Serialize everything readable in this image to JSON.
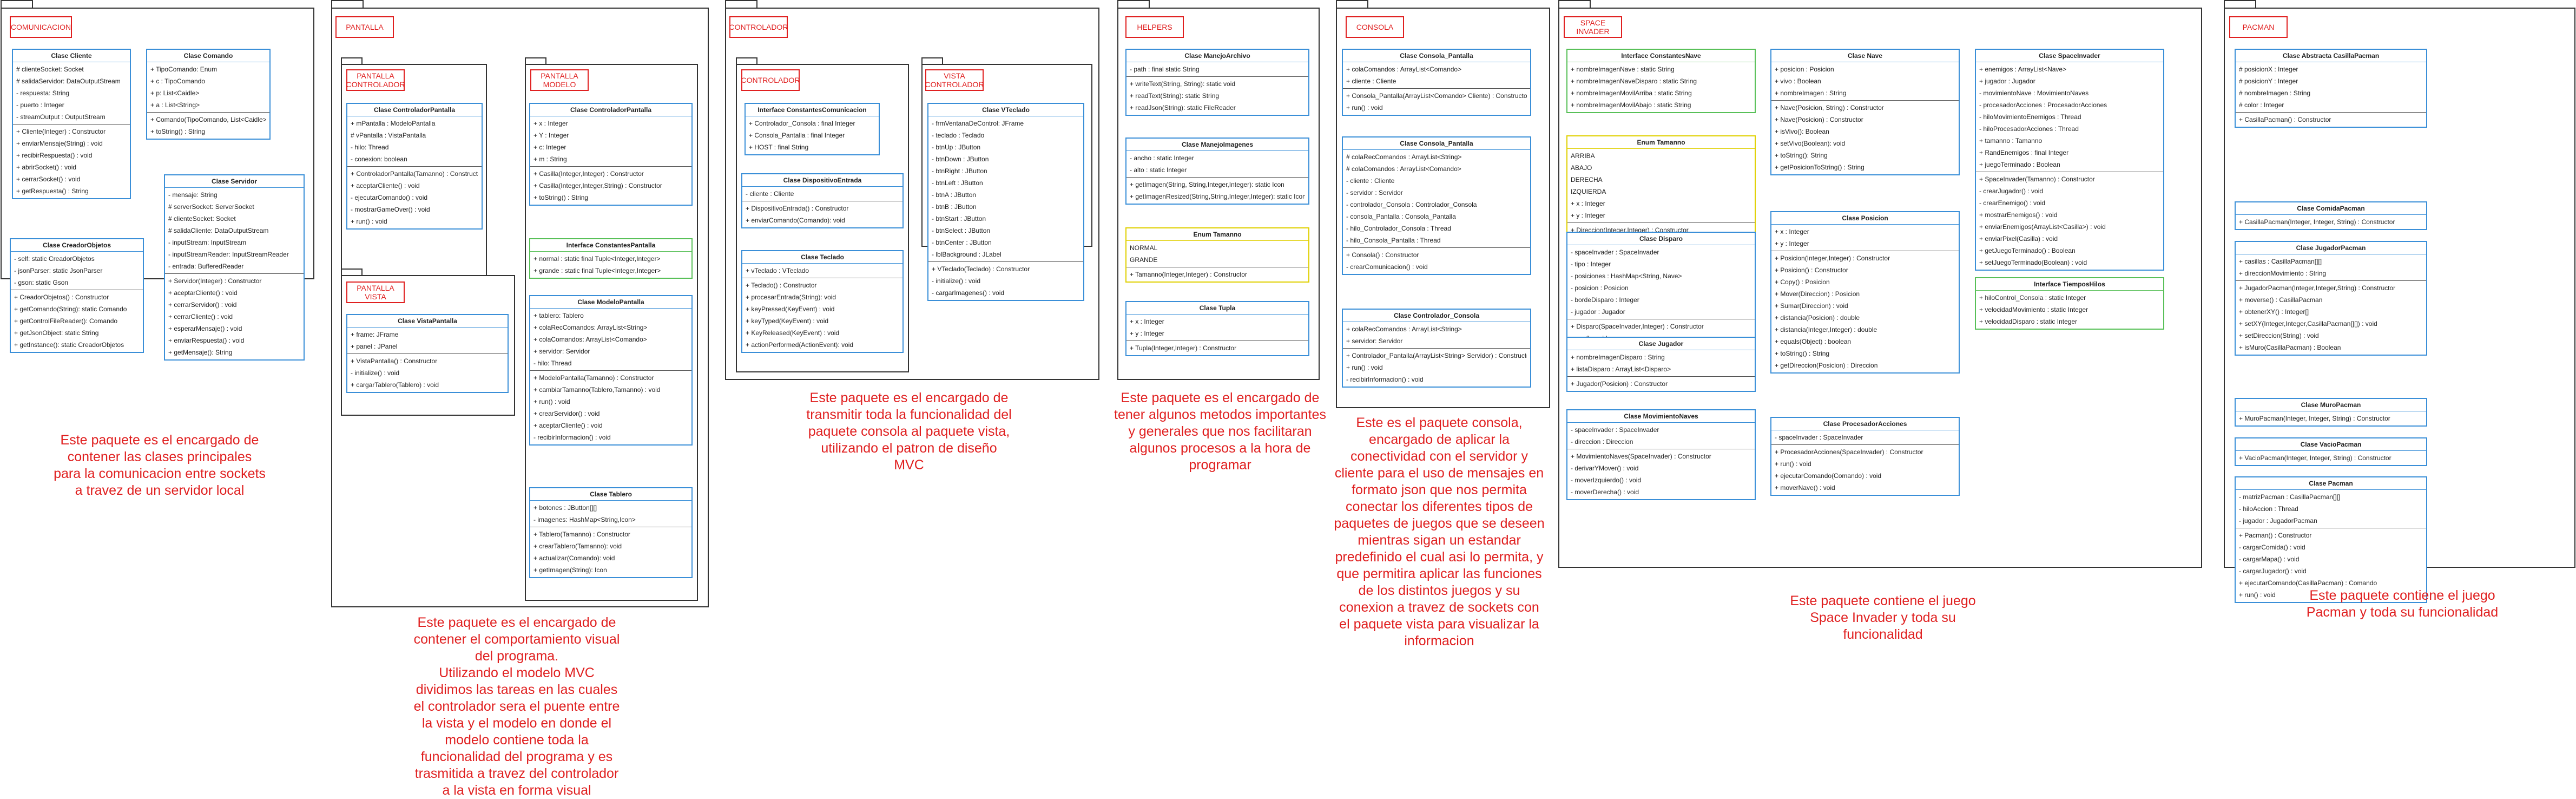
{
  "packages": [
    {
      "id": "comunicacion",
      "label": "COMUNICACION",
      "note": [
        "Este paquete es el encargado de",
        "contener las clases principales",
        "para la comunicacion entre sockets",
        "a travez de un servidor local"
      ]
    },
    {
      "id": "pantalla",
      "label": "PANTALLA",
      "note": [
        "Este paquete es el encargado de",
        "contener el comportamiento visual",
        "del programa.",
        "Utilizando el modelo MVC",
        "dividimos las tareas en las cuales",
        "el controlador sera el puente entre",
        "la vista y el modelo en donde el",
        "modelo contiene toda la",
        "funcionalidad del programa y es",
        "trasmitida a travez del controlador",
        "a la vista en forma visual"
      ]
    },
    {
      "id": "controlador",
      "label": "CONTROLADOR",
      "note": [
        "Este paquete es el encargado de",
        "transmitir toda la funcionalidad del",
        "paquete consola al paquete vista,",
        "utilizando el patron de diseño",
        "MVC"
      ]
    },
    {
      "id": "helpers",
      "label": "HELPERS",
      "note": [
        "Este paquete es el encargado de",
        "tener algunos metodos importantes",
        "y generales que nos facilitaran",
        "algunos procesos a la hora de",
        "programar"
      ]
    },
    {
      "id": "consola",
      "label": "CONSOLA",
      "note": [
        "Este es el paquete consola,",
        "encargado de aplicar la",
        "conectividad con el servidor y",
        "cliente para el uso de mensajes en",
        "formato json que nos permita",
        "conectar los diferentes tipos de",
        "paquetes de juegos que se deseen",
        "mientras sigan un estandar",
        "predefinido el cual asi lo permita, y",
        "que permitira aplicar las funciones",
        "de los distintos juegos y su",
        "conexion a travez de sockets con",
        "el paquete vista para visualizar la",
        "informacion"
      ]
    },
    {
      "id": "spaceinvader",
      "label": "SPACE INVADER",
      "note": [
        "Este paquete contiene el juego",
        "Space Invader y toda su",
        "funcionalidad"
      ]
    },
    {
      "id": "pacman",
      "label": "PACMAN",
      "note": [
        "Este paquete contiene el juego",
        "Pacman y toda su funcionalidad"
      ]
    }
  ],
  "subpackages": {
    "pantalla_controlador": "PANTALLA CONTROLADOR",
    "pantalla_modelo": "PANTALLA MODELO",
    "pantalla_vista": "PANTALLA VISTA",
    "controlador_controlador": "CONTROLADOR",
    "controlador_vista": "VISTA CONTROLADOR"
  },
  "classes": [
    {
      "id": "c1",
      "title": "Clase Cliente",
      "sections": [
        [
          "# clienteSocket: Socket",
          "# salidaServidor: DataOutputStream",
          "- respuesta: String",
          "- puerto : Integer",
          "- streamOutput : OutputStream"
        ],
        [
          "+ Cliente(Integer) : Constructor",
          "+ enviarMensaje(String) : void",
          "+ recibirRespuesta() : void",
          "+ abrirSocket() : void",
          "+ cerrarSocket() : void",
          "+ getRespuesta() : String"
        ]
      ]
    },
    {
      "id": "c2",
      "title": "Clase Comando",
      "sections": [
        [
          "+ TipoComando: Enum",
          "+ c : TipoComando",
          "+ p: List<Caidle>",
          "+ a : List<String>"
        ],
        [
          "+ Comando(TipoComando, List<Caidle>, List<String>) : Constructor",
          "+ toString() : String"
        ]
      ]
    },
    {
      "id": "c3",
      "title": "Clase CreadorObjetos",
      "sections": [
        [
          "- self: static CreadorObjetos",
          "- jsonParser: static JsonParser",
          "- gson: static Gson"
        ],
        [
          "+ CreadorObjetos() : Constructor",
          "+ getComando(String): static Comando",
          "+ getControlFileReader(): Comando",
          "+ getJsonObject: static String",
          "+ getInstance(): static CreadorObjetos"
        ]
      ]
    },
    {
      "id": "c4",
      "title": "Clase Servidor",
      "sections": [
        [
          "- mensaje: String",
          "# serverSocket: ServerSocket",
          "# clienteSocket: Socket",
          "# salidaCliente: DataOutputStream",
          "- inputStream: InputStream",
          "- inputStreamReader: InputStreamReader",
          "- entrada: BufferedReader"
        ],
        [
          "+ Servidor(Integer) : Constructor",
          "+ aceptarCliente() : void",
          "+ cerrarServidor() : void",
          "+ cerrarCliente() : void",
          "+ esperarMensaje() : void",
          "+ enviarRespuesta() : void",
          "+ getMensaje(): String"
        ]
      ]
    },
    {
      "id": "c5",
      "title": "Clase ControladorPantalla",
      "sections": [
        [
          "+ mPantalla : ModeloPantalla",
          "# vPantalla : VistaPantalla",
          "- hilo: Thread",
          "- conexion: boolean"
        ],
        [
          "+ ControladorPantalla(Tamanno) : Constructor",
          "+ aceptarCliente() : void",
          "- ejecutarComando() : void",
          "- mostrarGameOver() : void",
          "+ run() : void"
        ]
      ]
    },
    {
      "id": "c6",
      "title": "Clase VistaPantalla",
      "sections": [
        [
          "+ frame: JFrame",
          "+ panel : JPanel"
        ],
        [
          "+ VistaPantalla() : Constructor",
          "- initialize() : void",
          "+ cargarTablero(Tablero) : void"
        ]
      ]
    },
    {
      "id": "c7",
      "title": "Clase ControladorPantalla",
      "sections": [
        [
          "+ x : Integer",
          "+ Y : Integer",
          "+ c: Integer",
          "+ m : String"
        ],
        [
          "+ Casilla(Integer,Integer) : Constructor",
          "+ Casilla(Integer,Integer,String) : Constructor",
          "+ toString() : String"
        ]
      ]
    },
    {
      "id": "c8",
      "title": "Interface ConstantesPantalla",
      "green": true,
      "sections": [
        [
          "+ normal : static final Tuple<Integer,Integer>",
          "+ grande : static final Tuple<Integer,Integer>"
        ]
      ]
    },
    {
      "id": "c9",
      "title": "Clase ModeloPantalla",
      "sections": [
        [
          "+ tablero: Tablero",
          "+ colaRecComandos: ArrayList<String>",
          "+ colaComandos: ArrayList<Comando>",
          "+ servidor: Servidor",
          "- hilo: Thread"
        ],
        [
          "+ ModeloPantalla(Tamanno) : Constructor",
          "+ cambiarTamanno(Tablero,Tamanno) : void",
          "+ run() : void",
          "+ crearServidor() : void",
          "+ aceptarCliente() : void",
          "- recibirInformacion() : void"
        ]
      ]
    },
    {
      "id": "c10",
      "title": "Clase Tablero",
      "sections": [
        [
          "+ botones : JButton[][]",
          "- imagenes: HashMap<String,Icon>"
        ],
        [
          "+ Tablero(Tamanno) : Constructor",
          "+ crearTablero(Tamanno): void",
          "+ actualizar(Comando): void",
          "+ getImagen(String): Icon"
        ]
      ]
    },
    {
      "id": "c11",
      "title": "Interface ConstantesComunicacion",
      "sections": [
        [
          "+ Controlador_Consola : final Integer",
          "+ Consola_Pantalla : final Integer",
          "+ HOST : final String"
        ]
      ]
    },
    {
      "id": "c12",
      "title": "Clase DispositivoEntrada",
      "sections": [
        [
          "- cliente : Cliente"
        ],
        [
          "+ DispositivoEntrada() : Constructor",
          "+ enviarComando(Comando): void"
        ]
      ]
    },
    {
      "id": "c13",
      "title": "Clase Teclado",
      "sections": [
        [
          "+ vTeclado : VTeclado"
        ],
        [
          "+ Teclado() : Constructor",
          "+ procesarEntrada(String): void",
          "+ keyPressed(KeyEvent) : void",
          "+ keyTyped(KeyEvent) : void",
          "+ KeyReleased(KeyEvent) : void",
          "+ actionPerformed(ActionEvent): void"
        ]
      ]
    },
    {
      "id": "c14",
      "title": "Clase VTeclado",
      "sections": [
        [
          "- frmVentanaDeControl: JFrame",
          "- teclado : Teclado",
          "- btnUp : JButton",
          "- btnDown : JButton",
          "- btnRight : JButton",
          "- btnLeft : JButton",
          "- btnA : JButton",
          "- btnB : JButton",
          "- btnStart : JButton",
          "- btnSelect : JButton",
          "- btnCenter : JButton",
          "- lblBackground : JLabel"
        ],
        [
          "+ VTeclado(Teclado) : Constructor",
          "- initialize() : void",
          "- cargarImagenes() : void"
        ]
      ]
    },
    {
      "id": "c15",
      "title": "Clase ManejoArchivo",
      "sections": [
        [
          "- path : final static String"
        ],
        [
          "+ writeText(String, String): static void",
          "+ readText(String): static String",
          "+ readJson(String): static FileReader"
        ]
      ]
    },
    {
      "id": "c16",
      "title": "Clase ManejoImagenes",
      "sections": [
        [
          "- ancho : static Integer",
          "- alto : static Integer"
        ],
        [
          "+ getImagen(String, String,Integer,Integer): static Icon",
          "+ getImagenResized(String,String,Integer,Integer): static Icon"
        ]
      ]
    },
    {
      "id": "c17",
      "title": "Enum Tamanno",
      "yellow": true,
      "sections": [
        [
          "NORMAL",
          "GRANDE"
        ],
        [
          "+ Tamanno(Integer,Integer) : Constructor"
        ]
      ]
    },
    {
      "id": "c18",
      "title": "Clase Tupla",
      "sections": [
        [
          "+ x : Integer",
          "+ y : Integer"
        ],
        [
          "+ Tupla(Integer,Integer) : Constructor"
        ]
      ]
    },
    {
      "id": "c19",
      "title": "Clase Consola_Pantalla",
      "sections": [
        [
          "+ colaComandos : ArrayList<Comando>",
          "+ cliente : Cliente"
        ],
        [
          "+ Consola_Pantalla(ArrayList<Comando> Cliente) : Constructor",
          "+ run() : void"
        ]
      ]
    },
    {
      "id": "c20",
      "title": "Clase Consola_Pantalla",
      "sections": [
        [
          "# colaRecComandos : ArrayList<String>",
          "# colaComandos : ArrayList<Comando>",
          "- cliente : Cliente",
          "- servidor : Servidor",
          "- controlador_Consola : Controlador_Consola",
          "- consola_Pantalla : Consola_Pantalla",
          "- hilo_Controlador_Consola : Thread",
          "- hilo_Consola_Pantalla : Thread"
        ],
        [
          "+ Consola() : Constructor",
          "- crearComunicacion() : void"
        ]
      ]
    },
    {
      "id": "c21",
      "title": "Clase Controlador_Consola",
      "sections": [
        [
          "+ colaRecComandos : ArrayList<String>",
          "+ servidor: Servidor"
        ],
        [
          "+ Controlador_Pantalla(ArrayList<String> Servidor) : Constructor",
          "+ run() : void",
          "- recibirInformacion() : void"
        ]
      ]
    },
    {
      "id": "c22",
      "title": "Interface ConstantesNave",
      "green": true,
      "sections": [
        [
          "+ nombreImagenNave : static String",
          "+ nombreImagenNaveDisparo : static String",
          "+ nombreImagenMovilArriba : static String",
          "+ nombreImagenMovilAbajo : static String"
        ]
      ]
    },
    {
      "id": "c23",
      "title": "Enum Tamanno",
      "yellow": true,
      "sections": [
        [
          "ARRIBA",
          "ABAJO",
          "DERECHA",
          "IZQUIERDA",
          "+ x : Integer",
          "+ y : Integer"
        ],
        [
          "+ Direccion(Integer,Integer) : Constructor"
        ]
      ]
    },
    {
      "id": "c24",
      "title": "Clase Disparo",
      "sections": [
        [
          "- spaceInvader : SpaceInvader",
          "- tipo : Integer",
          "- posiciones : HashMap<String, Nave>",
          "- posicion : Posicion",
          "- bordeDisparo : Integer",
          "- jugador : Jugador"
        ],
        [
          "+ Disparo(SpaceInvader,Integer) : Constructor",
          "+ run() : void"
        ]
      ]
    },
    {
      "id": "c25",
      "title": "Clase Jugador",
      "sections": [
        [
          "+ nombreImagenDisparo : String",
          "+ listaDisparo : ArrayList<Disparo>"
        ],
        [
          "+ Jugador(Posicion) : Constructor"
        ]
      ]
    },
    {
      "id": "c26",
      "title": "Clase MovimientoNaves",
      "sections": [
        [
          "- spaceInvader : SpaceInvader",
          "- direccion : Direccion"
        ],
        [
          "+ MovimientoNaves(SpaceInvader) : Constructor",
          "- derivarYMover() : void",
          "- moverIzquierdo() : void",
          "- moverDerecha() : void"
        ]
      ]
    },
    {
      "id": "c27",
      "title": "Clase Nave",
      "sections": [
        [
          "+ posicion : Posicion",
          "+ vivo : Boolean",
          "+ nombreImagen : String"
        ],
        [
          "+ Nave(Posicion, String) : Constructor",
          "+ Nave(Posicion) : Constructor",
          "+ isVivo(): Boolean",
          "+ setVivo(Boolean): void",
          "+ toString(): String",
          "+ getPosicionToString() : String"
        ]
      ]
    },
    {
      "id": "c28",
      "title": "Clase Posicion",
      "sections": [
        [
          "+ x : Integer",
          "+ y : Integer"
        ],
        [
          "+ Posicion(Integer,Integer) : Constructor",
          "+ Posicion() : Constructor",
          "+ Copy() : Posicion",
          "+ Mover(Direccion) : Posicion",
          "+ Sumar(Direccion) : void",
          "+ distancia(Posicion) : double",
          "+ distancia(Integer,Integer) : double",
          "+ equals(Object) : boolean",
          "+ toString() : String",
          "+ getDireccion(Posicion) : Direccion"
        ]
      ]
    },
    {
      "id": "c29",
      "title": "Clase ProcesadorAcciones",
      "sections": [
        [
          "- spaceInvader : SpaceInvader"
        ],
        [
          "+ ProcesadorAcciones(SpaceInvader) : Constructor",
          "+ run() : void",
          "+ ejecutarComando(Comando) : void",
          "+ moverNave() : void"
        ]
      ]
    },
    {
      "id": "c30",
      "title": "Clase SpaceInvader",
      "sections": [
        [
          "+ enemigos : ArrayList<Nave>",
          "+ jugador : Jugador",
          "- movimientoNave : MovimientoNaves",
          "- procesadorAcciones : ProcesadorAcciones",
          "- hiloMovimientoEnemigos : Thread",
          "- hiloProcesadorAcciones : Thread",
          "+ tamanno : Tamanno",
          "+ RandEnemigos : final Integer",
          "+ juegoTerminado : Boolean"
        ],
        [
          "+ SpaceInvader(Tamanno) : Constructor",
          "- crearJugador() : void",
          "- crearEnemigo() : void",
          "+ mostrarEnemigos() : void",
          "+ enviarEnemigos(ArrayList<Casilla>) : void",
          "+ enviarPixel(Casilla) : void",
          "+ getJuegoTerminado() : Boolean",
          "+ setJuegoTerminado(Boolean) : void"
        ]
      ]
    },
    {
      "id": "c31",
      "title": "Interface TiemposHilos",
      "green": true,
      "sections": [
        [
          "+ hiloControl_Consola : static Integer",
          "+ velocidadMovimiento : static Integer",
          "+ velocidadDisparo : static Integer"
        ]
      ]
    },
    {
      "id": "c32",
      "title": "Clase Abstracta CasillaPacman",
      "sections": [
        [
          "# posicionX : Integer",
          "# posicionY : Integer",
          "# nombreImagen : String",
          "# color : Integer"
        ],
        [
          "+ CasillaPacman() : Constructor"
        ]
      ]
    },
    {
      "id": "c33",
      "title": "Clase ComidaPacman",
      "sections": [
        [
          "+ CasillaPacman(Integer, Integer, String) : Constructor"
        ]
      ]
    },
    {
      "id": "c34",
      "title": "Clase JugadorPacman",
      "sections": [
        [
          "+ casillas : CasillaPacman[][]",
          "+ direccionMovimiento : String"
        ],
        [
          "+ JugadorPacman(Integer,Integer,String) : Constructor",
          "+ moverse() : CasillaPacman",
          "+ obtenerXY() : Integer[]",
          "+ setXY(Integer,Integer,CasillaPacman[][]) : void",
          "+ setDireccion(String) : void",
          "+ isMuro(CasillaPacman) : Boolean"
        ]
      ]
    },
    {
      "id": "c35",
      "title": "Clase MuroPacman",
      "sections": [
        [
          "+ MuroPacman(Integer, Integer, String) : Constructor"
        ]
      ]
    },
    {
      "id": "c36",
      "title": "Clase VacioPacman",
      "sections": [
        [
          "+ VacioPacman(Integer, Integer, String) : Constructor"
        ]
      ]
    },
    {
      "id": "c37",
      "title": "Clase Pacman",
      "sections": [
        [
          "- matrizPacman : CasillaPacman[][]",
          "- hiloAccion : Thread",
          "- jugador : JugadorPacman"
        ],
        [
          "+ Pacman() : Constructor",
          "- cargarComida() : void",
          "- cargarMapa() : void",
          "- cargarJugador() : void",
          "+ ejecutarComando(CasillaPacman) : Comando",
          "+ run() : void"
        ]
      ]
    }
  ]
}
